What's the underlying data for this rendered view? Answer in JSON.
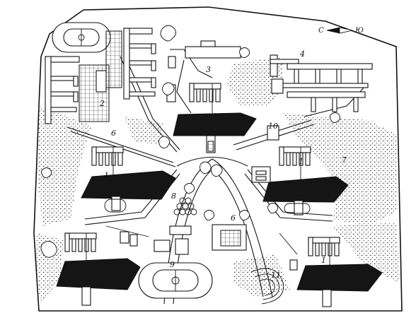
{
  "compass": {
    "left_letter": "С",
    "right_letter": "Ю"
  },
  "labels": [
    "1",
    "2",
    "3",
    "4",
    "6",
    "7",
    "8",
    "6",
    "9",
    "10",
    "11",
    "1",
    "1"
  ]
}
